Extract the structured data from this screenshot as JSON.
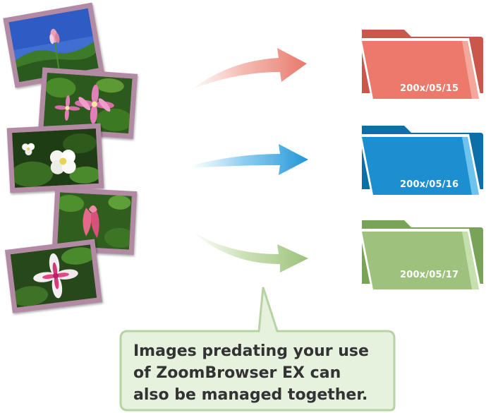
{
  "folders": [
    {
      "label": "200x/05/15",
      "color": "#ec7a6c",
      "dark": "#c9574c",
      "light": "#f5a79b"
    },
    {
      "label": "200x/05/16",
      "color": "#1d8fd0",
      "dark": "#0c6fa8",
      "light": "#6cc3ee"
    },
    {
      "label": "200x/05/17",
      "color": "#9ec27e",
      "dark": "#7aa35a",
      "light": "#c6e0ad"
    }
  ],
  "callout": {
    "lines": [
      "Images predating your use",
      "of ZoomBrowser EX can",
      "also be managed together."
    ],
    "background": "#e6f1de",
    "border": "#b7d3a3"
  },
  "photo_frame_color": "#b38aa4"
}
